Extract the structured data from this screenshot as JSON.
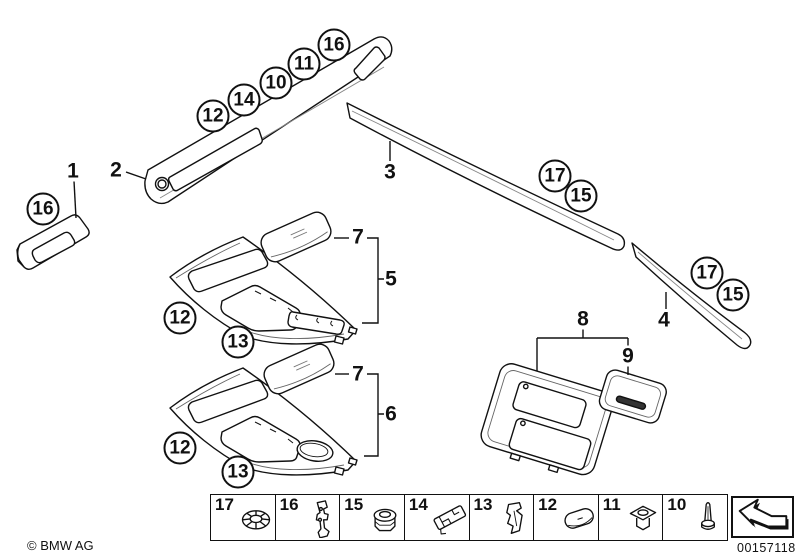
{
  "part_labels": {
    "p1": "1",
    "p2": "2",
    "p3": "3",
    "p4": "4",
    "p5": "5",
    "p6": "6",
    "p7_upper": "7",
    "p7_lower": "7",
    "p8": "8",
    "p9": "9"
  },
  "callouts": {
    "left_panel": "16",
    "dash_a": "12",
    "dash_b": "14",
    "dash_c": "10",
    "dash_d": "11",
    "dash_e": "16",
    "door_front_a": "17",
    "door_front_b": "15",
    "door_rear_a": "17",
    "door_rear_b": "15",
    "console_upper_a": "12",
    "console_upper_b": "13",
    "console_lower_a": "12",
    "console_lower_b": "13"
  },
  "legend": {
    "items": [
      {
        "number": "17",
        "icon": "spring-washer-icon"
      },
      {
        "number": "16",
        "icon": "retaining-clip-icon"
      },
      {
        "number": "15",
        "icon": "grommet-nut-icon"
      },
      {
        "number": "14",
        "icon": "flat-spring-clip-icon"
      },
      {
        "number": "13",
        "icon": "sheet-metal-clip-icon"
      },
      {
        "number": "12",
        "icon": "oval-cover-icon"
      },
      {
        "number": "11",
        "icon": "clip-nut-icon"
      },
      {
        "number": "10",
        "icon": "expanding-rivet-icon"
      }
    ]
  },
  "footer": {
    "copyright": "© BMW AG",
    "image_number": "00157118"
  }
}
